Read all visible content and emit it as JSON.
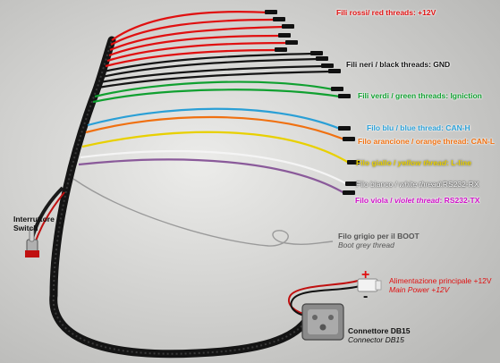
{
  "labels": {
    "red": "Fili rossi/ red threads: +12V",
    "black": "Fili neri / black threads: GND",
    "green": "Fili verdi / green threads: Igniction",
    "blue": "Filo blu / blue thread: CAN-H",
    "orange": "Filo arancione / orange thread: CAN-L",
    "yellow_it": "Filo giallo / ",
    "yellow_en": "yellow thread",
    "yellow_rest": ": L-line",
    "white_it": "Filo bianco / ",
    "white_en": "white thread",
    "white_rest": ":RS232-RX",
    "violet_it": "Filo viola  / ",
    "violet_en": "violet thread",
    "violet_rest": ":  RS232-TX",
    "grey_it": "Filo grigio per il BOOT",
    "grey_en": "Boot grey thread",
    "switch_it": "Interruttore",
    "switch_en": "Switch",
    "power_it": "Alimentazione principale +12V",
    "power_en": "Main Power +12V",
    "plus": "+",
    "minus": "-",
    "connector_it": "Connettore DB15",
    "connector_en": "Connector DB15"
  },
  "colors": {
    "red": "#e01010",
    "black": "#111111",
    "green": "#10a030",
    "blue": "#2a9fd6",
    "orange": "#f07010",
    "yellow": "#e8d000",
    "white": "#ffffff",
    "violet": "#d010c8",
    "grey": "#555555",
    "background": "#d8d8d6"
  },
  "icons": [
    "toggle-switch-icon",
    "db15-connector-icon",
    "power-plug-icon"
  ]
}
